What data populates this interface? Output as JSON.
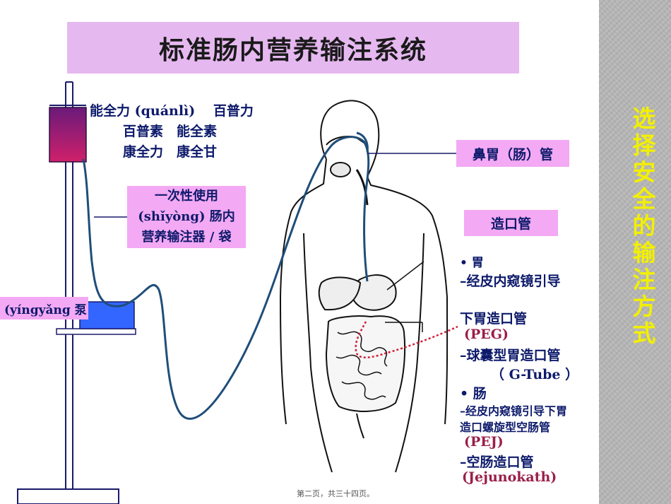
{
  "slide": {
    "title": "标准肠内营养输注系统",
    "side_title": "选择安全的输注方式",
    "footer": "第二页，共三十四页。"
  },
  "products": {
    "line1": "能全力 (quánlì)　 百普力",
    "line2": "百普素　能全素",
    "line3": "康全力　康全甘"
  },
  "disposable_label": {
    "line1": "一次性使用",
    "line2": "(shǐyòng) 肠内",
    "line3": "营养输注器 / 袋"
  },
  "pump_label": "(yíngyǎng 泵",
  "nasogastric_label": "鼻胃（肠）管",
  "ostomy_label": "造口管",
  "list": {
    "stomach_bullet": "•  胃",
    "stomach_method": "–经皮内窥镜引导",
    "peg_title": "下胃造口管",
    "peg_abbr": "(PEG)",
    "balloon": "–球囊型胃造口管",
    "gtube": "（ G-Tube ）",
    "intestine_bullet": "•  肠",
    "pej_line1": "–经皮内窥镜引导下胃",
    "pej_line2": "造口螺旋型空肠管",
    "pej_abbr": "(PEJ)",
    "jejuno_title": "–空肠造口管",
    "jejuno_abbr": "(Jejunokath)"
  },
  "colors": {
    "title_bg": "#e6b8f0",
    "label_bg": "#f3a9f3",
    "side_text": "#f2f000",
    "side_bg": "#b5b5b5",
    "navy_text": "#0d1a6b",
    "abbr_text": "#9a1f4a",
    "tube": "#1f4e79",
    "pump": "#3366ff",
    "bag_top": "#6a1a7a",
    "bag_bottom": "#d0206a",
    "ostomy_line": "#d0203a"
  }
}
